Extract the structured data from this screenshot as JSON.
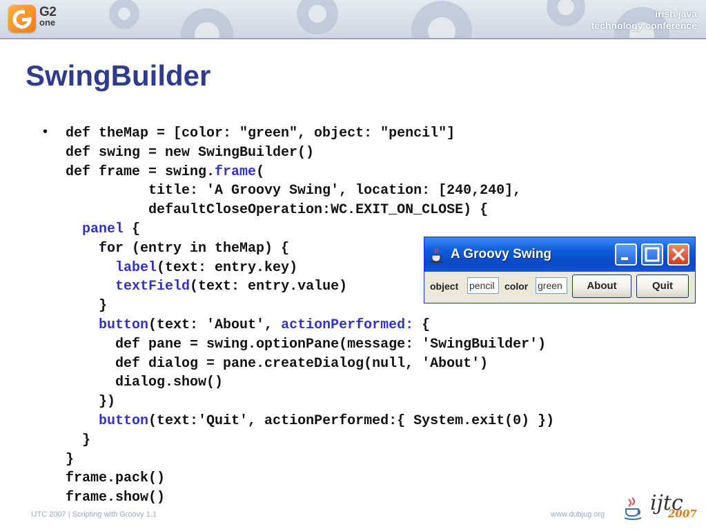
{
  "header": {
    "logo_main": "G2",
    "logo_sub": "one",
    "conference_line1": "irish java",
    "conference_line2": "technology conference"
  },
  "slide": {
    "title": "SwingBuilder",
    "bullet": "•"
  },
  "code": [
    {
      "t1": "def theMap = [color: \"green\", object: \"pencil\"]"
    },
    {
      "t1": "def swing = new SwingBuilder()"
    },
    {
      "t1": "def frame = swing.",
      "k1": "frame",
      "t2": "("
    },
    {
      "t1": "          title: 'A Groovy Swing', location: [240,240],"
    },
    {
      "t1": "          defaultCloseOperation:WC.EXIT_ON_CLOSE) {"
    },
    {
      "t1": "  ",
      "k1": "panel",
      "t2": " {"
    },
    {
      "t1": "    for (entry in theMap) {"
    },
    {
      "t1": "      ",
      "k1": "label",
      "t2": "(text: entry.key)"
    },
    {
      "t1": "      ",
      "k1": "textField",
      "t2": "(text: entry.value)"
    },
    {
      "t1": "    }"
    },
    {
      "t1": "    ",
      "k1": "button",
      "t2": "(text: 'About', ",
      "k2": "actionPerformed:",
      "t3": " {"
    },
    {
      "t1": "      def pane = swing.optionPane(message: 'SwingBuilder')"
    },
    {
      "t1": "      def dialog = pane.createDialog(null, 'About')"
    },
    {
      "t1": "      dialog.show()"
    },
    {
      "t1": "    })"
    },
    {
      "t1": "    ",
      "k1": "button",
      "t2": "(text:'Quit', actionPerformed:{ System.exit(0) })"
    },
    {
      "t1": "  }"
    },
    {
      "t1": "}"
    },
    {
      "t1": "frame.pack()"
    },
    {
      "t1": "frame.show()"
    }
  ],
  "swing_window": {
    "title": "A Groovy Swing",
    "label_object": "object",
    "field_object": "pencil",
    "label_color": "color",
    "field_color": "green",
    "about_button": "About",
    "quit_button": "Quit"
  },
  "footer": {
    "left": "IJTC 2007 | Scripting with Groovy 1.1",
    "right": "www.dubjug.org",
    "ijtc_logo": "ijtc",
    "ijtc_year": "2007"
  },
  "colors": {
    "title": "#2f3b8c",
    "keyword": "#3232c8",
    "xp_titlebar": "#0a48c8"
  }
}
